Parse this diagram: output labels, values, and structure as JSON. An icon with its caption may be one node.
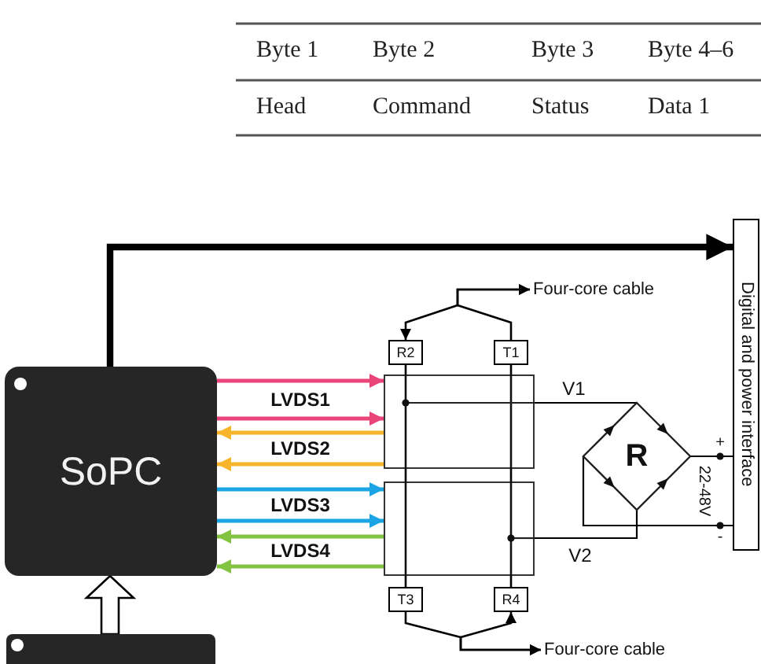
{
  "diagram": {
    "nodes": [
      {
        "text": [
          "Digital and power interface"
        ]
      },
      {
        "text": [
          "Four-core cable"
        ]
      },
      {
        "text": [
          "R2"
        ]
      },
      {
        "text": [
          "T1"
        ]
      },
      {
        "text": [
          "SoPC"
        ]
      },
      {
        "text": [],
        "shape": "box"
      },
      {
        "text": [
          "R"
        ]
      },
      {
        "text": [],
        "shape": "box"
      },
      {
        "text": [
          "T3"
        ]
      },
      {
        "text": [
          "R4"
        ]
      },
      {
        "text": [
          "Four-core cable"
        ]
      },
      {
        "text": [],
        "shape": "box"
      }
    ],
    "edges": [
      {
        "from": 4,
        "to": 0,
        "arrow": "to",
        "style": "thick"
      },
      {
        "from": 11,
        "to": 4,
        "arrow": "to"
      },
      {
        "from": 4,
        "to": 5,
        "arrow": "to",
        "color": "#e9457b",
        "label": "LVDS1"
      },
      {
        "from": 4,
        "to": 5,
        "arrow": "to",
        "color": "#e9457b"
      },
      {
        "from": 5,
        "to": 4,
        "arrow": "to",
        "color": "#f7b52c",
        "label": "LVDS2"
      },
      {
        "from": 5,
        "to": 4,
        "arrow": "to",
        "color": "#f7b52c"
      },
      {
        "from": 4,
        "to": 7,
        "arrow": "to",
        "color": "#1aa4e4",
        "label": "LVDS3"
      },
      {
        "from": 4,
        "to": 7,
        "arrow": "to",
        "color": "#1aa4e4"
      },
      {
        "from": 7,
        "to": 4,
        "arrow": "to",
        "color": "#82c341",
        "label": "LVDS4"
      },
      {
        "from": 7,
        "to": 4,
        "arrow": "to",
        "color": "#82c341"
      },
      {
        "from": 2,
        "to": 1,
        "arrow": "both"
      },
      {
        "from": 3,
        "to": 1,
        "arrow": "to"
      },
      {
        "from": 8,
        "to": 10,
        "arrow": "to"
      },
      {
        "from": 9,
        "to": 10,
        "arrow": "both"
      },
      {
        "from": 2,
        "to": 5,
        "arrow": "none"
      },
      {
        "from": 3,
        "to": 5,
        "arrow": "none"
      },
      {
        "from": 5,
        "to": 7,
        "arrow": "none"
      },
      {
        "from": 5,
        "to": 7,
        "arrow": "none"
      },
      {
        "from": 7,
        "to": 8,
        "arrow": "none"
      },
      {
        "from": 7,
        "to": 9,
        "arrow": "none"
      },
      {
        "from": 5,
        "to": 6,
        "arrow": "none",
        "label": "V1"
      },
      {
        "from": 7,
        "to": 6,
        "arrow": "none",
        "label": "V2"
      },
      {
        "from": 6,
        "to": 0,
        "arrow": "none"
      },
      {
        "from": 6,
        "to": 0,
        "arrow": "none"
      }
    ],
    "labels": [
      "Byte 1",
      "Byte 2",
      "Byte 3",
      "Byte 4–6",
      "Head",
      "Command",
      "Status",
      "Data 1",
      "+",
      "22-48V",
      "-"
    ]
  }
}
